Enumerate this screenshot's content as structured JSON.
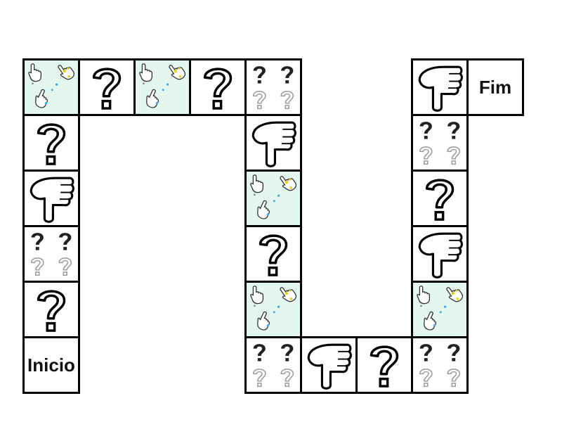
{
  "board": {
    "start_label": "Inicio",
    "end_label": "Fim",
    "cells": [
      {
        "kind": "start"
      },
      {
        "kind": "question"
      },
      {
        "kind": "quad-question"
      },
      {
        "kind": "pointer"
      },
      {
        "kind": "question"
      },
      {
        "kind": "hands"
      },
      {
        "kind": "question"
      },
      {
        "kind": "hands"
      },
      {
        "kind": "question"
      },
      {
        "kind": "quad-question"
      },
      {
        "kind": "pointer"
      },
      {
        "kind": "hands"
      },
      {
        "kind": "question"
      },
      {
        "kind": "hands"
      },
      {
        "kind": "quad-question"
      },
      {
        "kind": "pointer"
      },
      {
        "kind": "question"
      },
      {
        "kind": "quad-question"
      },
      {
        "kind": "hands"
      },
      {
        "kind": "pointer"
      },
      {
        "kind": "question"
      },
      {
        "kind": "quad-question"
      },
      {
        "kind": "pointer"
      },
      {
        "kind": "end"
      }
    ]
  }
}
